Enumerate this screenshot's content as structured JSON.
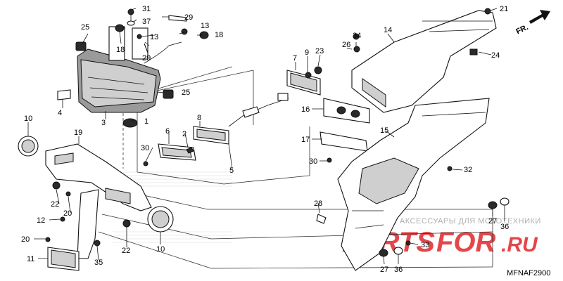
{
  "diagram_code": "MFNAF2900",
  "direction_marker": "FR.",
  "watermark": {
    "caption": "ЗАПЧАСТИ И АКСЕССУАРЫ ДЛЯ МОТОТЕХНИКИ",
    "brand_left": "PARTS",
    "brand_right": "FOR",
    "brand_suffix": ".RU"
  },
  "callouts": [
    "31",
    "37",
    "29",
    "13",
    "18",
    "25",
    "18",
    "13",
    "29",
    "25",
    "4",
    "3",
    "1",
    "7",
    "9",
    "23",
    "34",
    "26",
    "14",
    "21",
    "24",
    "10",
    "19",
    "6",
    "2",
    "8",
    "30",
    "5",
    "16",
    "17",
    "15",
    "30",
    "32",
    "22",
    "20",
    "28",
    "12",
    "20",
    "11",
    "35",
    "22",
    "10",
    "27",
    "36",
    "33",
    "27",
    "36"
  ],
  "colors": {
    "watermark_red": "#e0262b",
    "watermark_grey": "#b0b0b0",
    "line": "#111111"
  }
}
